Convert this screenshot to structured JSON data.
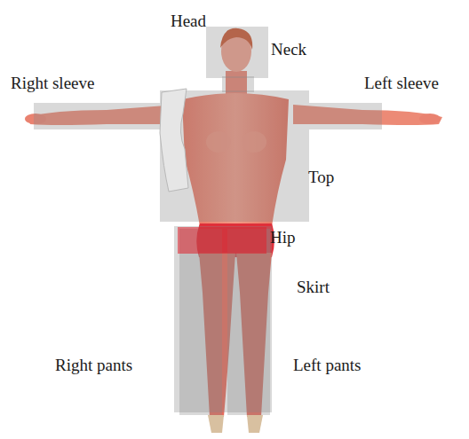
{
  "diagram": {
    "labels": [
      "Head",
      "Right sleeve",
      "Neck",
      "Left sleeve",
      "Top",
      "Hip",
      "Skirt",
      "Right pants",
      "Left pants"
    ]
  }
}
